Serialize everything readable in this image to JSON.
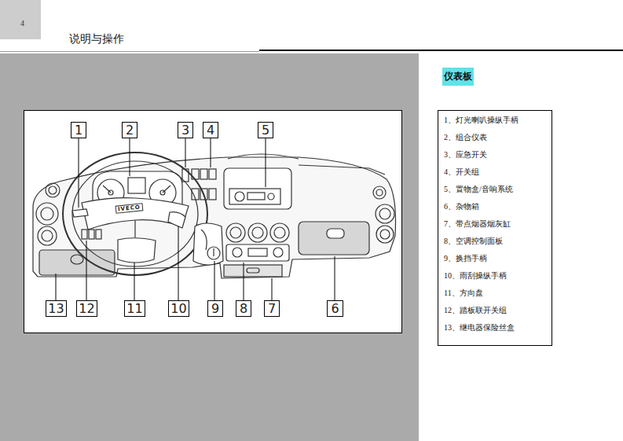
{
  "diagram": {
    "title": "说明与操作",
    "nodes": [
      {
        "text": [
          "4"
        ]
      },
      {
        "text": [
          "1"
        ]
      },
      {
        "text": [
          "2"
        ]
      },
      {
        "text": [
          "3"
        ]
      },
      {
        "text": [
          "4"
        ]
      },
      {
        "text": [
          "5"
        ]
      },
      {
        "text": [
          "13"
        ]
      },
      {
        "text": [
          "12"
        ]
      },
      {
        "text": [
          "11"
        ]
      },
      {
        "text": [
          "10"
        ]
      },
      {
        "text": [
          "9"
        ]
      },
      {
        "text": [
          "8"
        ]
      },
      {
        "text": [
          "7"
        ]
      },
      {
        "text": [
          "6"
        ]
      },
      {
        "text": [
          "1、灯光喇叭操纵手柄",
          "2、组合仪表",
          "3、应急开关",
          "4、开关组",
          "5、置物盒/音响系统",
          "6、杂物箱",
          "7、带点烟器烟灰缸",
          "8、空调控制面板",
          "9、换挡手柄",
          "10、雨刮操纵手柄",
          "11、方向盘",
          "12、踏板联开关组",
          "13、继电器保险丝盒"
        ]
      }
    ],
    "labels": [
      "仪表板",
      "IVECO"
    ]
  }
}
